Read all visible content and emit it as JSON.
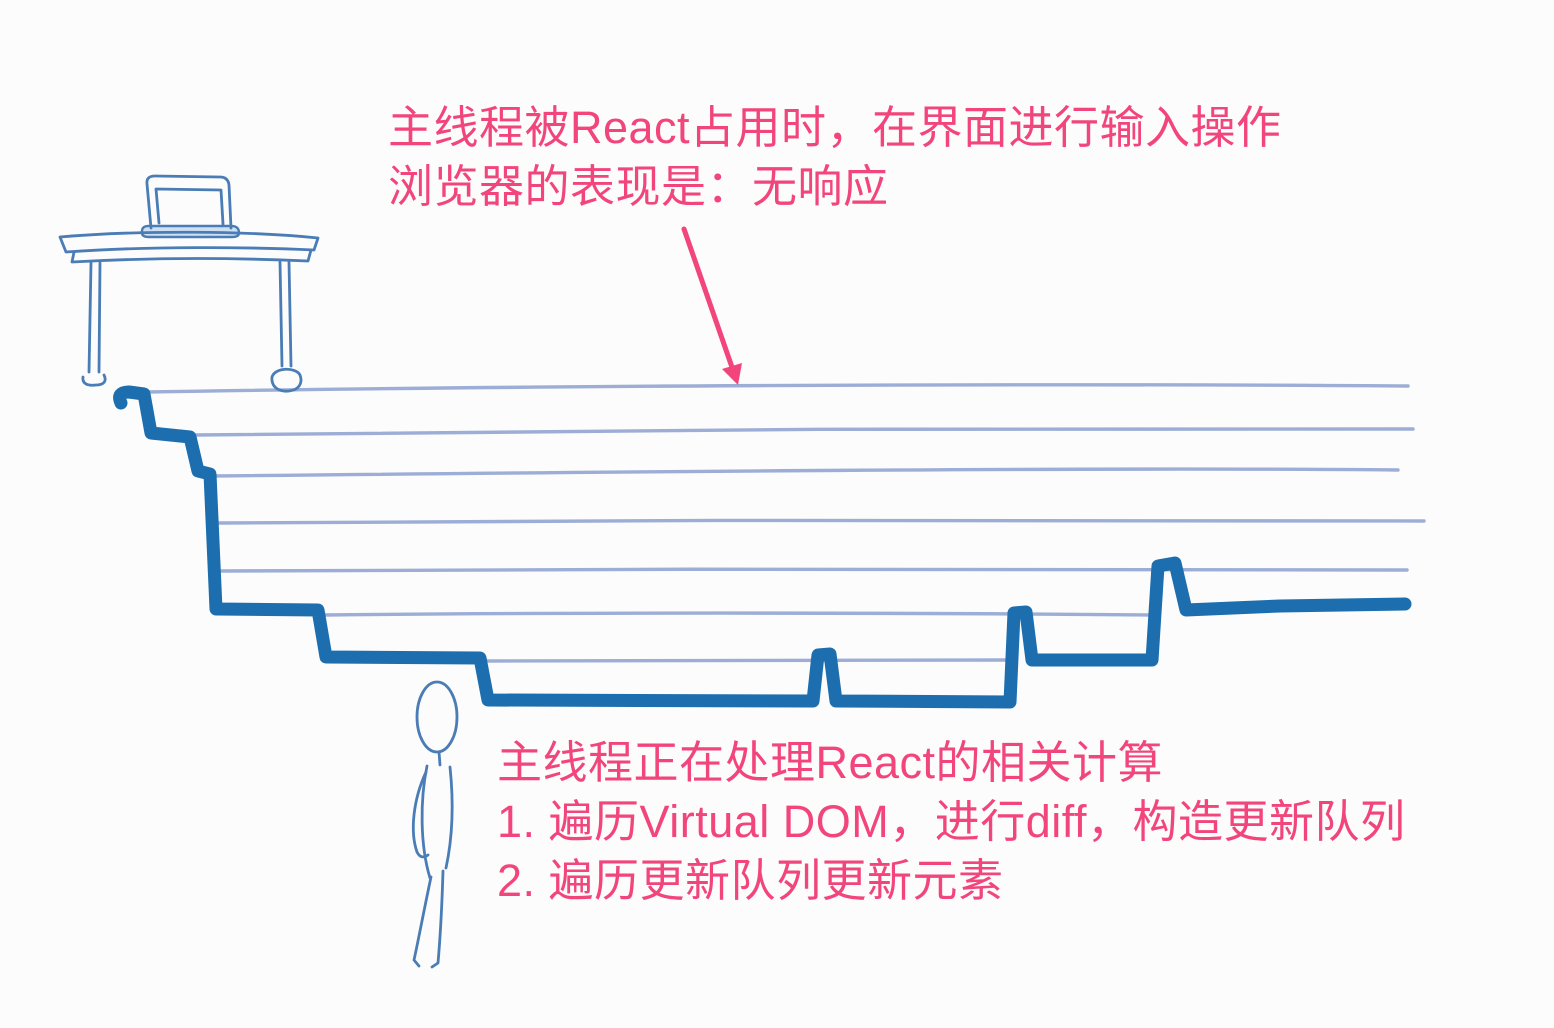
{
  "colors": {
    "pink": "#f2457c",
    "thick_blue": "#1c6eae",
    "thin_blue": "#9cadd6",
    "sketch_blue": "#4a7cb5",
    "sketch_light": "#cfe0f2",
    "bg": "#fcfcfc"
  },
  "annotations": {
    "top_note": {
      "line1": "主线程被React占用时，在界面进行输入操作",
      "line2": "浏览器的表现是：无响应"
    },
    "bottom_note": {
      "line1": "主线程正在处理React的相关计算",
      "line2": "1. 遍历Virtual DOM，进行diff，构造更新队列",
      "line3": "2. 遍历更新队列更新元素"
    }
  },
  "icons": {
    "desk_laptop": "desk-with-laptop-illustration",
    "stick_figure": "stick-figure-illustration",
    "call_stack": "main-thread-call-stack-staircase",
    "arrow": "annotation-arrow-down"
  }
}
